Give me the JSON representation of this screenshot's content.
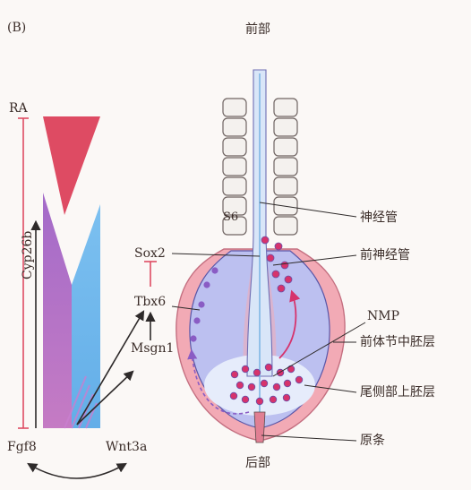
{
  "panel_label": "(B)",
  "left_diagram": {
    "labels": {
      "ra": "RA",
      "cyp26b": "Cyp26b",
      "fgf8": "Fgf8",
      "wnt3a": "Wnt3a",
      "sox2": "Sox2",
      "tbx6": "Tbx6",
      "msgn1": "Msgn1"
    }
  },
  "right_diagram": {
    "labels": {
      "anterior": "前部",
      "posterior": "后部",
      "s6": "S6",
      "neural_tube": "神经管",
      "pre_neural_tube": "前神经管",
      "nmp": "NMP",
      "presomitic_mesoderm": "前体节中胚层",
      "caudal_lateral_epiblast": "尾侧部上胚层",
      "primitive_streak": "原条"
    }
  },
  "colors": {
    "ra_red": "#de4b63",
    "purple": "#9a63c2",
    "blue": "#74b8ec",
    "pink": "#f0a8b3",
    "lavender": "#b9bef0",
    "dot_magenta": "#d6336c",
    "dot_purple": "#8a5cc4",
    "line_dark": "#2e2a2a"
  }
}
